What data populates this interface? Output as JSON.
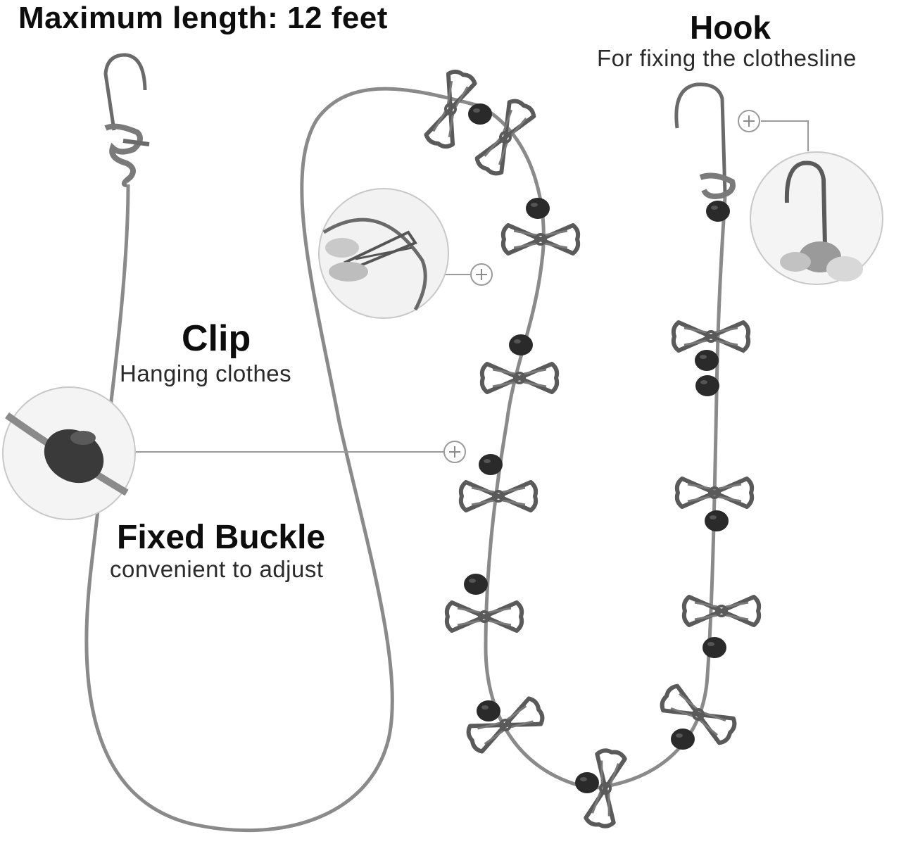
{
  "labels": {
    "max_length": "Maximum length: 12 feet",
    "hook_title": "Hook",
    "hook_subtitle": "For fixing the clothesline",
    "clip_title": "Clip",
    "clip_subtitle": "Hanging clothes",
    "buckle_title": "Fixed Buckle",
    "buckle_subtitle": "convenient to adjust"
  },
  "colors": {
    "rope": "#8a8a8a",
    "clip_metal": "#5a5a5a",
    "bead": "#2a2a2a",
    "callout_line": "#9a9a9a"
  },
  "icons": {
    "callout_marker": "plus-circle-icon"
  }
}
